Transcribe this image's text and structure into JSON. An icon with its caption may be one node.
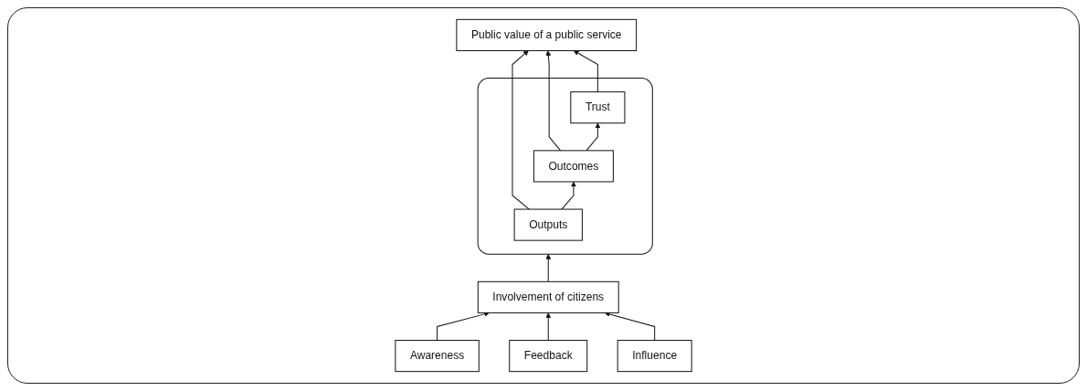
{
  "diagram": {
    "nodes": [
      {
        "text": [
          "Public value of a public service"
        ]
      },
      {
        "text": [],
        "shape": "box"
      },
      {
        "text": [
          "Outputs"
        ],
        "in": 1
      },
      {
        "text": [
          "Outcomes"
        ],
        "in": 1
      },
      {
        "text": [
          "Trust"
        ],
        "in": 1
      },
      {
        "text": [
          "Involvement of citizens"
        ]
      },
      {
        "text": [
          "Awareness"
        ]
      },
      {
        "text": [
          "Feedback"
        ]
      },
      {
        "text": [
          "Influence"
        ]
      }
    ],
    "edges": [
      {
        "from": 2,
        "to": 0,
        "arrow": "to"
      },
      {
        "from": 3,
        "to": 0,
        "arrow": "to"
      },
      {
        "from": 4,
        "to": 0,
        "arrow": "to"
      },
      {
        "from": 2,
        "to": 3,
        "arrow": "to"
      },
      {
        "from": 3,
        "to": 4,
        "arrow": "to"
      },
      {
        "from": 5,
        "to": 1,
        "arrow": "to"
      },
      {
        "from": 6,
        "to": 5,
        "arrow": "to"
      },
      {
        "from": 7,
        "to": 5,
        "arrow": "to"
      },
      {
        "from": 8,
        "to": 5,
        "arrow": "to"
      }
    ]
  }
}
